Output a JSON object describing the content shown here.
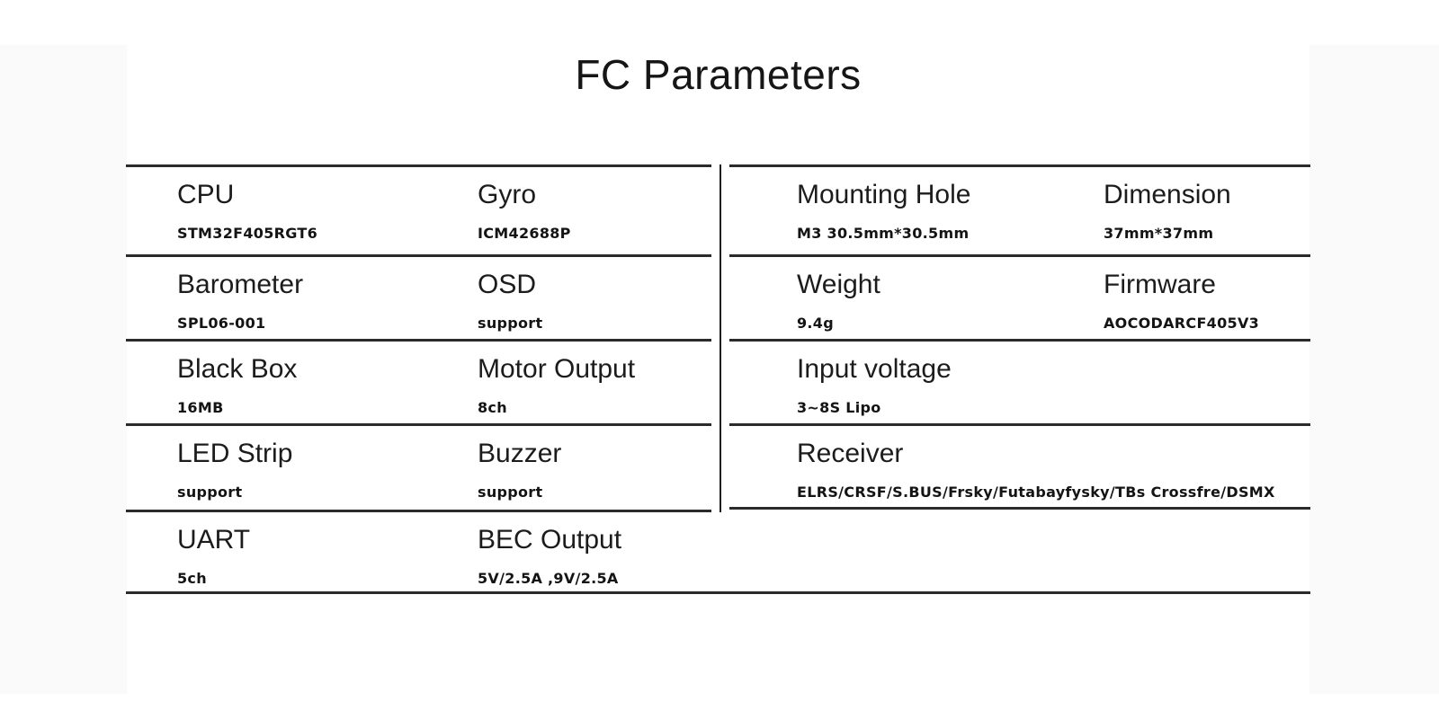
{
  "page": {
    "title": "FC Parameters"
  },
  "colors": {
    "text": "#1c1c1c",
    "value_text": "#141414",
    "rule": "#2b2b2b",
    "background": "#ffffff"
  },
  "spec_tables": {
    "left": {
      "rows": [
        {
          "cells": [
            {
              "label": "CPU",
              "value": "STM32F405RGT6"
            },
            {
              "label": "Gyro",
              "value": "ICM42688P"
            }
          ]
        },
        {
          "cells": [
            {
              "label": "Barometer",
              "value": "SPL06-001"
            },
            {
              "label": "OSD",
              "value": "support"
            }
          ]
        },
        {
          "cells": [
            {
              "label": "Black Box",
              "value": "16MB"
            },
            {
              "label": "Motor Output",
              "value": "8ch"
            }
          ]
        },
        {
          "cells": [
            {
              "label": "LED Strip",
              "value": "support"
            },
            {
              "label": "Buzzer",
              "value": "support"
            }
          ]
        },
        {
          "cells": [
            {
              "label": "UART",
              "value": "5ch"
            },
            {
              "label": "BEC Output",
              "value": "5V/2.5A ,9V/2.5A"
            }
          ]
        }
      ]
    },
    "right": {
      "rows": [
        {
          "cells": [
            {
              "label": "Mounting Hole",
              "value": "M3 30.5mm*30.5mm"
            },
            {
              "label": "Dimension",
              "value": "37mm*37mm"
            }
          ]
        },
        {
          "cells": [
            {
              "label": "Weight",
              "value": "9.4g"
            },
            {
              "label": "Firmware",
              "value": "AOCODARCF405V3"
            }
          ]
        },
        {
          "cells": [
            {
              "label": "Input voltage",
              "value": "3~8S Lipo"
            }
          ]
        },
        {
          "cells": [
            {
              "label": "Receiver",
              "value": "ELRS/CRSF/S.BUS/Frsky/Futabayfysky/TBs Crossfre/DSMX"
            }
          ]
        }
      ]
    }
  }
}
